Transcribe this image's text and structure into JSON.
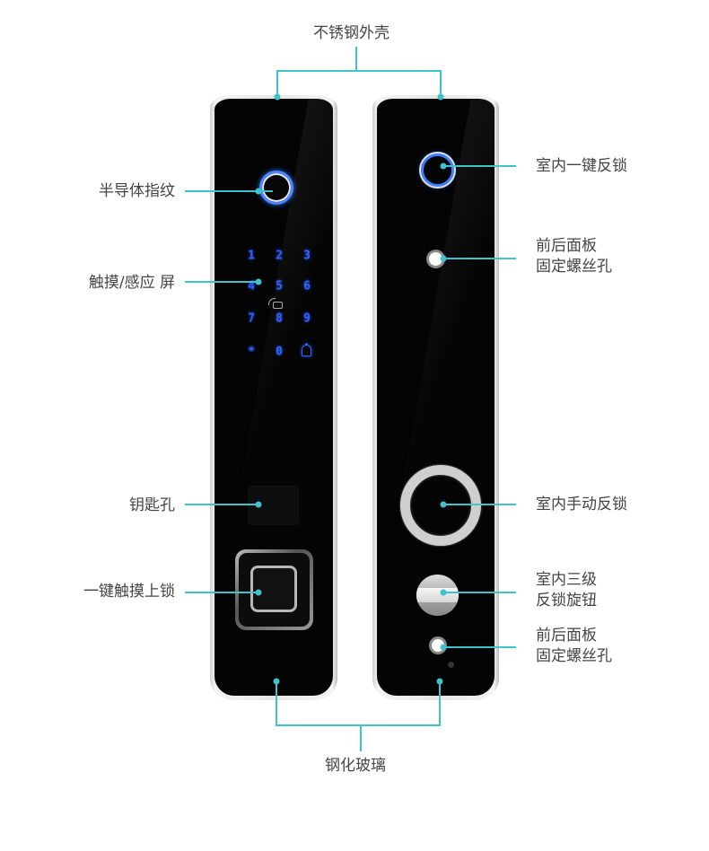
{
  "top_label": "不锈钢外壳",
  "bottom_label": "钢化玻璃",
  "left_labels": [
    {
      "text": "半导体指纹"
    },
    {
      "text": "触摸/感应 屏"
    },
    {
      "text": "钥匙孔"
    },
    {
      "text": "一键触摸上锁"
    }
  ],
  "right_labels": [
    {
      "line1": "室内一键反锁",
      "line2": ""
    },
    {
      "line1": "前后面板",
      "line2": "固定螺丝孔"
    },
    {
      "line1": "室内手动反锁",
      "line2": ""
    },
    {
      "line1": "室内三级",
      "line2": "反锁旋钮"
    },
    {
      "line1": "前后面板",
      "line2": "固定螺丝孔"
    }
  ],
  "keypad": {
    "keys": [
      "1",
      "2",
      "3",
      "4",
      "5",
      "6",
      "7",
      "8",
      "9",
      "*",
      "0",
      "bell-icon"
    ],
    "nfc_icon": "nfc-card-icon"
  },
  "colors": {
    "leader_line": "#3ec3cc",
    "keypad_glow": "#2f5fff",
    "glass": "#040404"
  }
}
